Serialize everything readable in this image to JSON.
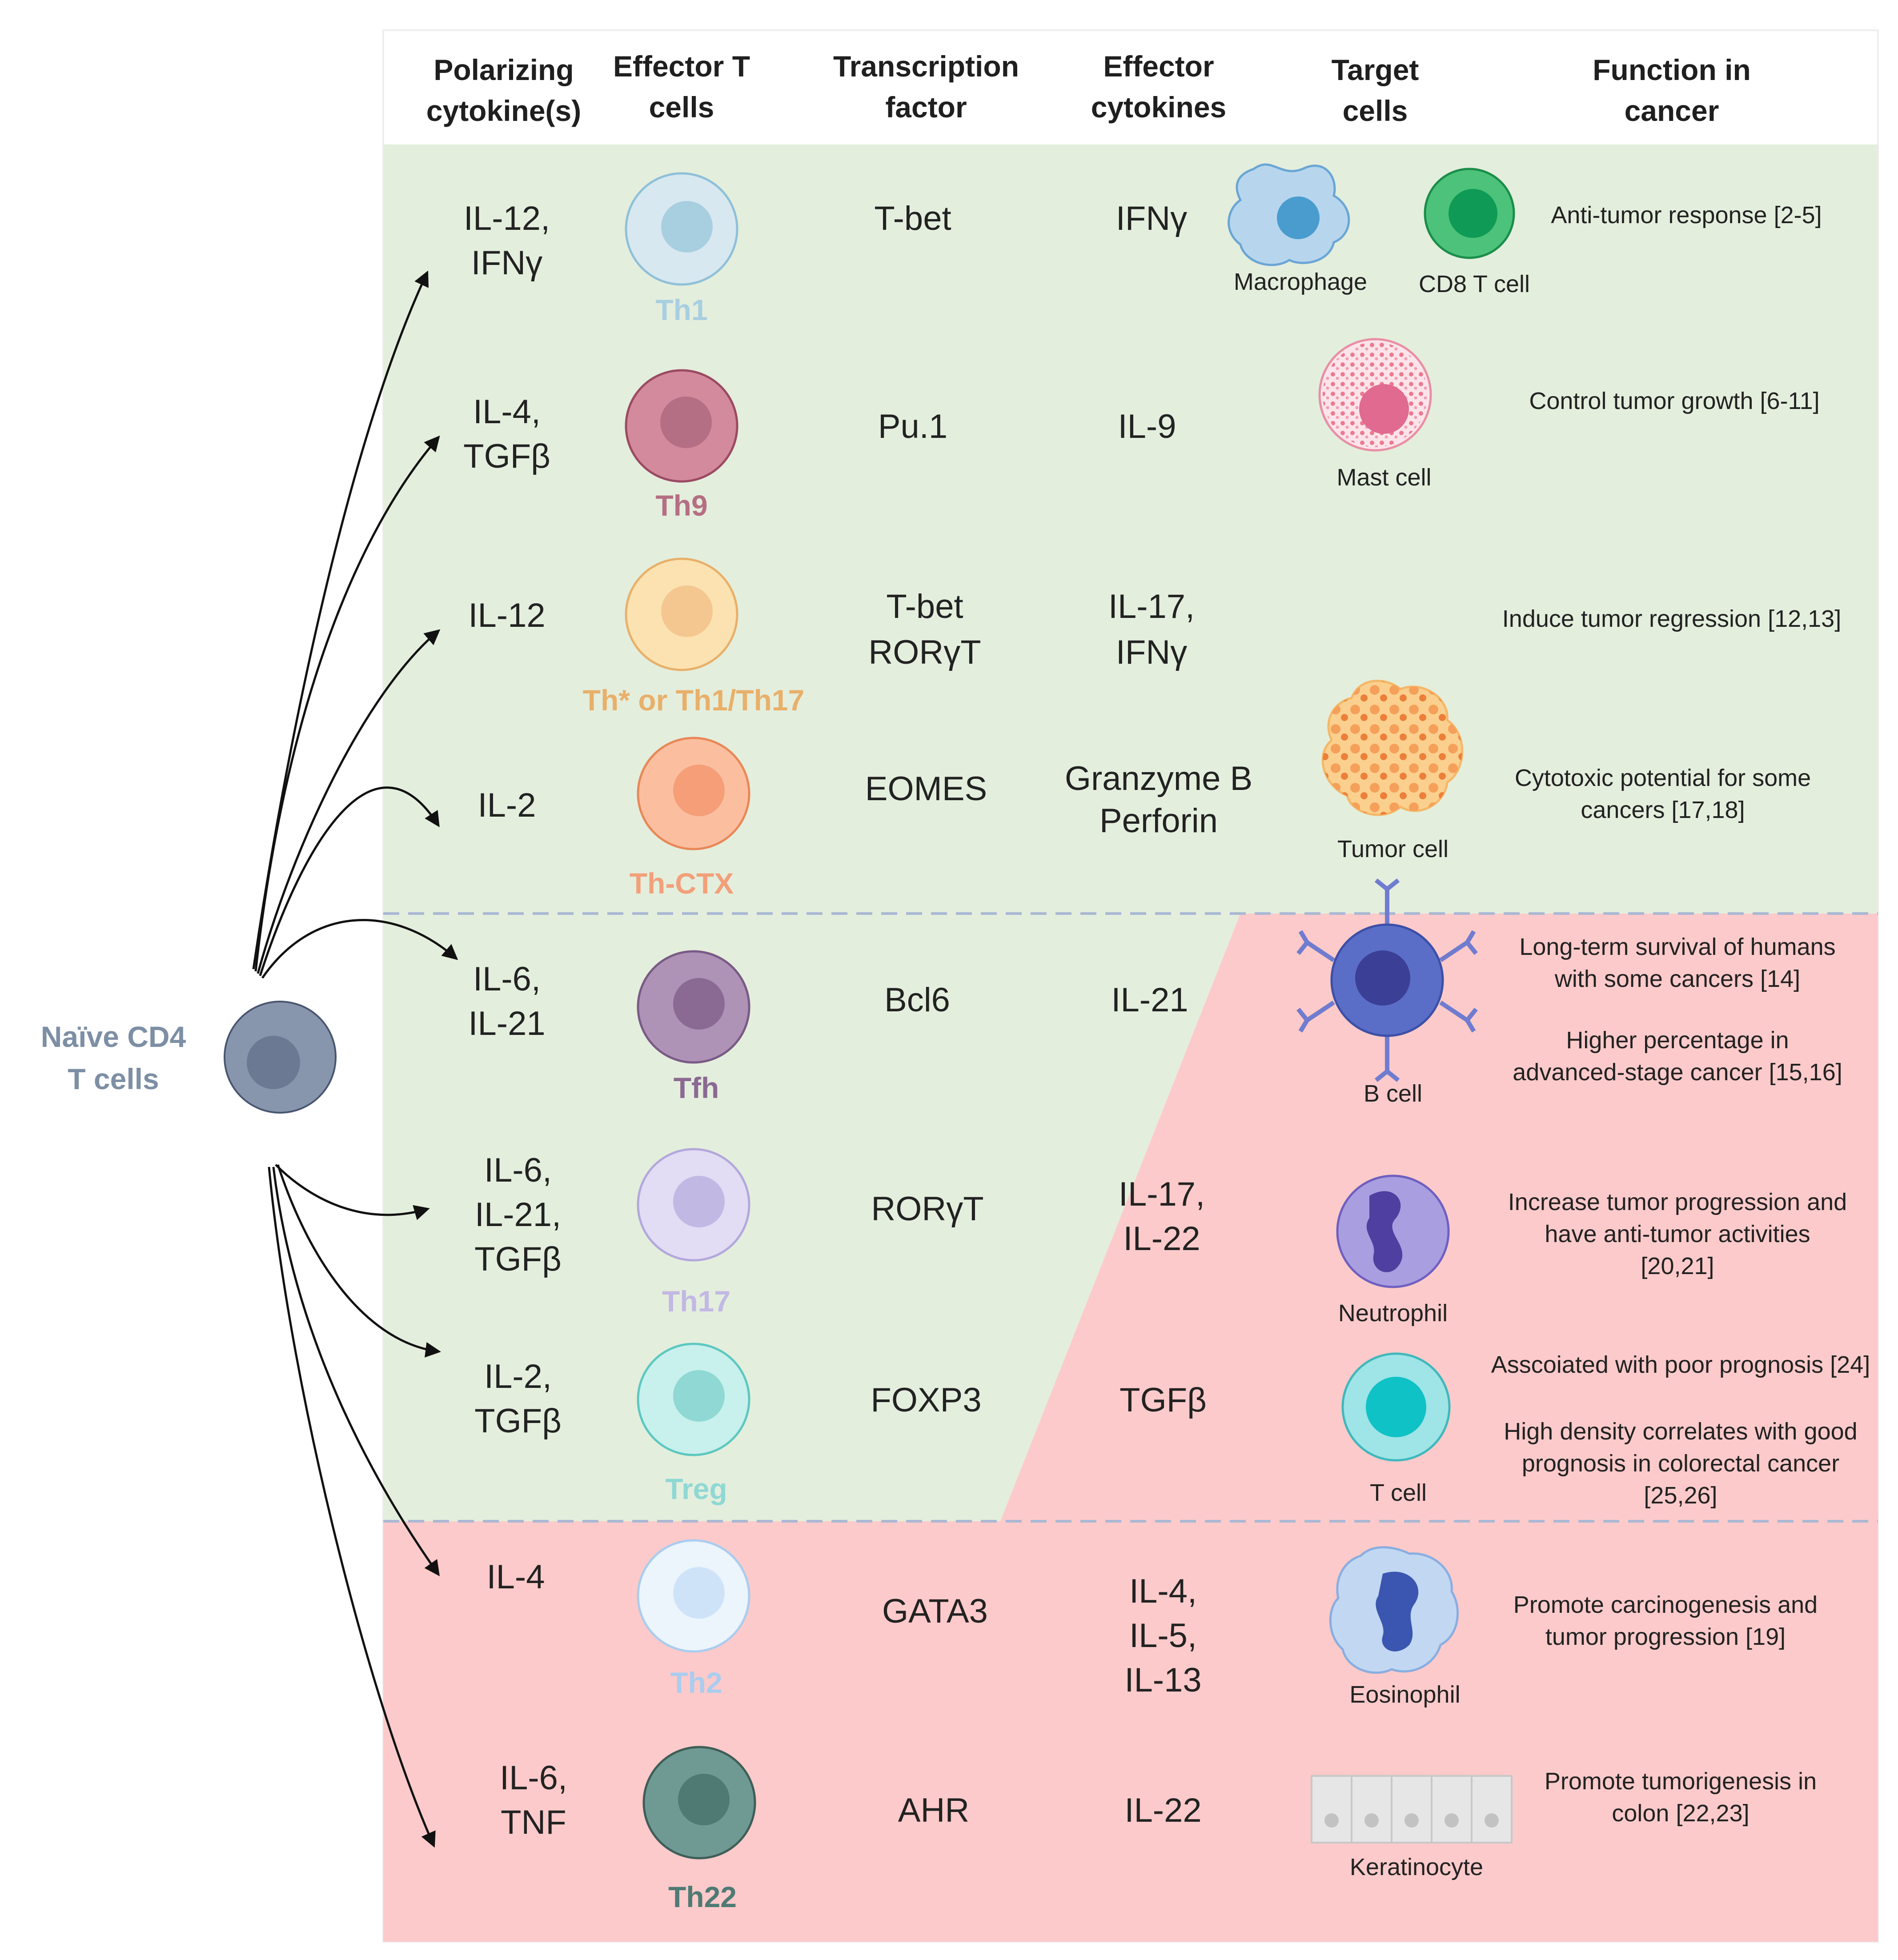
{
  "headers": {
    "polarizing": [
      "Polarizing",
      "cytokine(s)"
    ],
    "effector_t": [
      "Effector T",
      "cells"
    ],
    "transcription": [
      "Transcription",
      "factor"
    ],
    "effector_cytokines": [
      "Effector",
      "cytokines"
    ],
    "target": [
      "Target",
      "cells"
    ],
    "function": [
      "Function in",
      "cancer"
    ]
  },
  "naive": {
    "lines": [
      "Naïve CD4",
      "T cells"
    ],
    "color": "#7d8fa5"
  },
  "rows": [
    {
      "polarizing": [
        "IL-12,",
        "IFNγ"
      ],
      "cell": "Th1",
      "cell_color": "#a8cfe0",
      "tf": [
        "T-bet"
      ],
      "effector": [
        "IFNγ"
      ]
    },
    {
      "polarizing": [
        "IL-4,",
        "TGFβ"
      ],
      "cell": "Th9",
      "cell_color": "#b56f84",
      "tf": [
        "Pu.1"
      ],
      "effector": [
        "IL-9"
      ]
    },
    {
      "polarizing": [
        "IL-12"
      ],
      "cell": "Th* or Th1/Th17",
      "cell_color": "#e8b06a",
      "tf": [
        "T-bet",
        "RORγT"
      ],
      "effector": [
        "IL-17,",
        "IFNγ"
      ]
    },
    {
      "polarizing": [
        "IL-2"
      ],
      "cell": "Th-CTX",
      "cell_color": "#f2a07a",
      "tf": [
        "EOMES"
      ],
      "effector": [
        "Granzyme B",
        "Perforin"
      ]
    },
    {
      "polarizing": [
        "IL-6,",
        "IL-21"
      ],
      "cell": "Tfh",
      "cell_color": "#8a6a92",
      "tf": [
        "Bcl6"
      ],
      "effector": [
        "IL-21"
      ]
    },
    {
      "polarizing": [
        "IL-6,",
        "IL-21,",
        "TGFβ"
      ],
      "cell": "Th17",
      "cell_color": "#c2b8e4",
      "tf": [
        "RORγT"
      ],
      "effector": [
        "IL-17,",
        "IL-22"
      ]
    },
    {
      "polarizing": [
        "IL-2,",
        "TGFβ"
      ],
      "cell": "Treg",
      "cell_color": "#8fd8d4",
      "tf": [
        "FOXP3"
      ],
      "effector": [
        "TGFβ"
      ]
    },
    {
      "polarizing": [
        "IL-4"
      ],
      "cell": "Th2",
      "cell_color": "#a9cdef",
      "tf": [
        "GATA3"
      ],
      "effector": [
        "IL-4,",
        "IL-5,",
        "IL-13"
      ]
    },
    {
      "polarizing": [
        "IL-6,",
        "TNF"
      ],
      "cell": "Th22",
      "cell_color": "#4f7a74",
      "tf": [
        "AHR"
      ],
      "effector": [
        "IL-22"
      ]
    }
  ],
  "targets": {
    "macrophage": "Macrophage",
    "cd8": "CD8 T cell",
    "mast": "Mast cell",
    "tumor": "Tumor cell",
    "bcell": "B cell",
    "neutrophil": "Neutrophil",
    "tcell": "T cell",
    "eosinophil": "Eosinophil",
    "keratinocyte": "Keratinocyte"
  },
  "functions": {
    "th1": [
      "Anti-tumor response [2-5]"
    ],
    "th9": [
      "Control tumor growth [6-11]"
    ],
    "thstar": [
      "Induce tumor regression [12,13]"
    ],
    "thctx": [
      "Cytotoxic potential for some",
      "cancers [17,18]"
    ],
    "tfh_a": [
      "Long-term survival of humans",
      "with some cancers [14]"
    ],
    "tfh_b": [
      "Higher percentage in",
      "advanced-stage cancer [15,16]"
    ],
    "th17": [
      "Increase tumor progression and",
      "have anti-tumor activities",
      "[20,21]"
    ],
    "treg_a": [
      "Asscoiated with poor prognosis [24]"
    ],
    "treg_b": [
      "High density correlates with good",
      "prognosis in colorectal cancer",
      "[25,26]"
    ],
    "th2": [
      "Promote carcinogenesis and",
      "tumor progression [19]"
    ],
    "th22": [
      "Promote tumorigenesis in",
      "colon [22,23]"
    ]
  },
  "colors": {
    "anti_tumor_region": "#e4eedd",
    "pro_tumor_region": "#fccaca",
    "divider": "#aab8d4",
    "arrow": "#111111"
  }
}
